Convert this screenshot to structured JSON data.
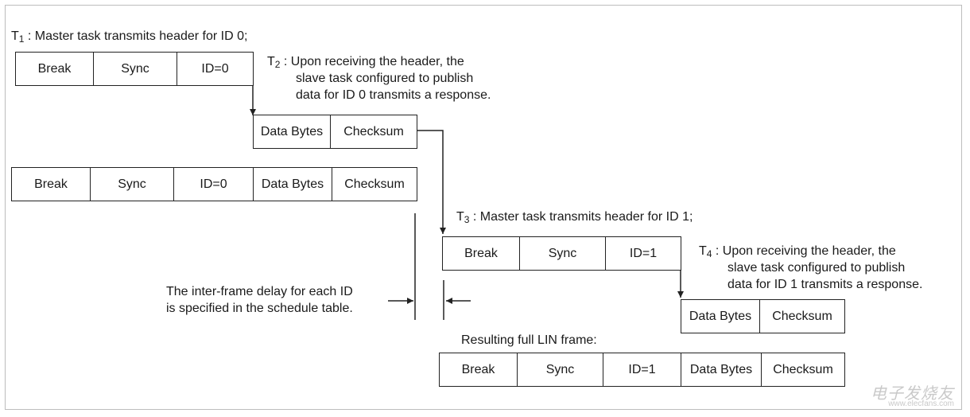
{
  "labels": {
    "t1_name": "T",
    "t1_sub": "1",
    "t1_text": " : Master task transmits header for ID 0;",
    "t2_name": "T",
    "t2_sub": "2",
    "t2_line1": " : Upon receiving the header, the",
    "t2_line2": "slave task configured to publish",
    "t2_line3": "data for ID 0 transmits a response.",
    "t3_name": "T",
    "t3_sub": "3",
    "t3_text": " : Master task transmits header for ID 1;",
    "t4_name": "T",
    "t4_sub": "4",
    "t4_line1": " : Upon receiving the header, the",
    "t4_line2": "slave task configured to publish",
    "t4_line3": "data for ID 1 transmits a response.",
    "delay_line1": "The inter-frame delay for each ID",
    "delay_line2": "is specified in the schedule table.",
    "result": "Resulting full LIN frame:"
  },
  "frames": {
    "header0": [
      "Break",
      "Sync",
      "ID=0"
    ],
    "response0": [
      "Data Bytes",
      "Checksum"
    ],
    "full0": [
      "Break",
      "Sync",
      "ID=0",
      "Data Bytes",
      "Checksum"
    ],
    "header1": [
      "Break",
      "Sync",
      "ID=1"
    ],
    "response1": [
      "Data Bytes",
      "Checksum"
    ],
    "full1": [
      "Break",
      "Sync",
      "ID=1",
      "Data Bytes",
      "Checksum"
    ]
  },
  "watermark": {
    "name": "电子发烧友",
    "url": "www.elecfans.com"
  },
  "colors": {
    "line": "#222222",
    "frame": "#bdbdbd"
  }
}
